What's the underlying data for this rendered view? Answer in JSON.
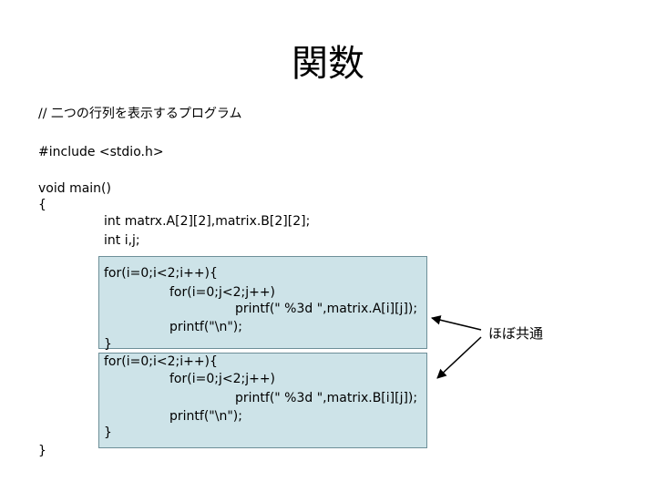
{
  "title": "関数",
  "code": {
    "comment": "// 二つの行列を表示するプログラム",
    "include": "#include <stdio.h>",
    "main_sig": "void main()",
    "open_brace": "{",
    "decl1": "int matrx.A[2][2],matrix.B[2][2];",
    "decl2": "int i,j;",
    "loop1": {
      "outer_for": "for(i=0;i<2;i++){",
      "inner_for": "for(i=0;j<2;j++)",
      "printf_val": "printf(\" %3d \",matrix.A[i][j]);",
      "printf_nl": "printf(\"\\n\");",
      "close": "}"
    },
    "loop2": {
      "outer_for": "for(i=0;i<2;i++){",
      "inner_for": "for(i=0;j<2;j++)",
      "printf_val": "printf(\" %3d \",matrix.B[i][j]);",
      "printf_nl": "printf(\"\\n\");",
      "close": "}"
    },
    "close_brace": "}"
  },
  "annotation": "ほぼ共通",
  "colors": {
    "box_fill": "#cde3e8",
    "box_border": "#6d8f98"
  }
}
